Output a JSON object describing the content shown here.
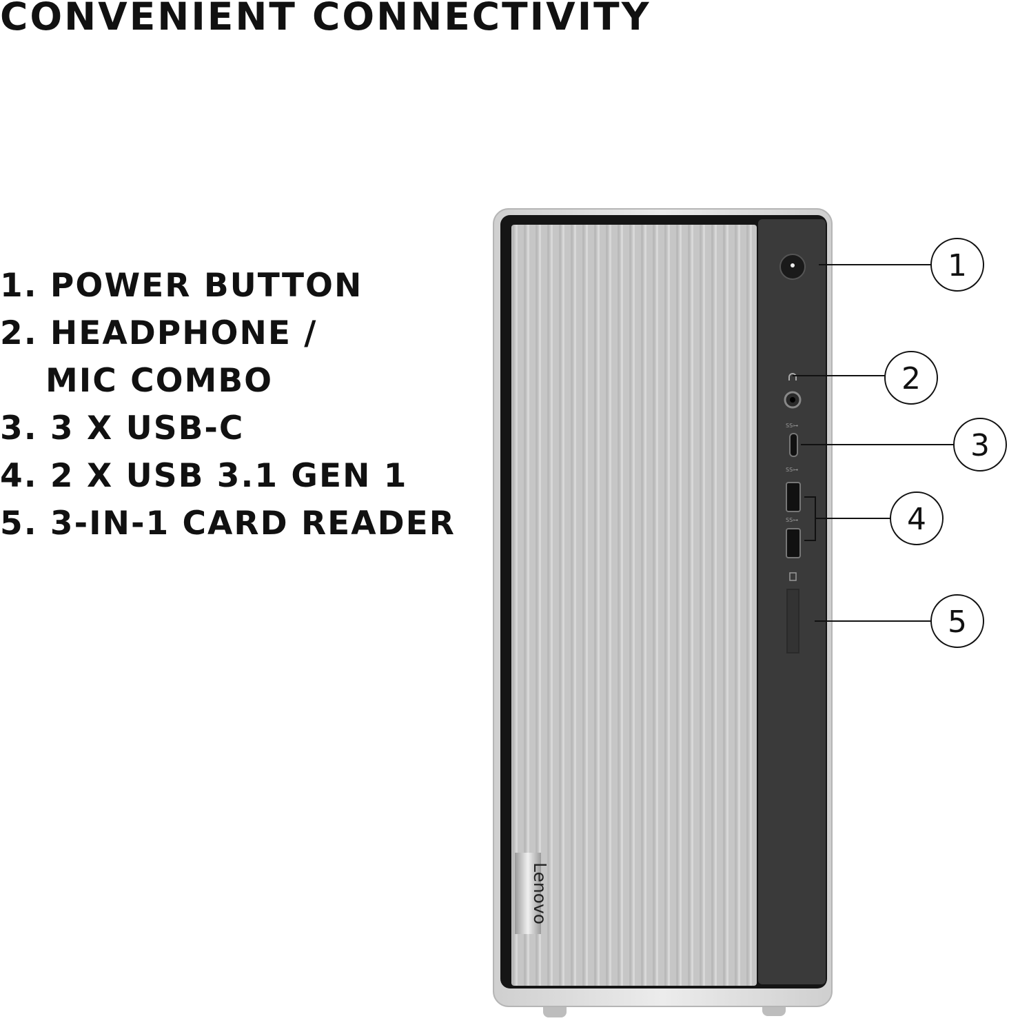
{
  "title": "CONVENIENT CONNECTIVITY",
  "features": [
    {
      "line1": "1. POWER BUTTON"
    },
    {
      "line1": "2. HEADPHONE /",
      "line2": "MIC COMBO"
    },
    {
      "line1": "3. 3 X USB-C"
    },
    {
      "line1": "4. 2 X USB 3.1 GEN 1"
    },
    {
      "line1": "5. 3-IN-1 CARD READER"
    }
  ],
  "callouts": [
    "1",
    "2",
    "3",
    "4",
    "5"
  ],
  "brand": "Lenovo",
  "colors": {
    "frame": "#d9d9d9",
    "panel": "#c4c4c4",
    "strip": "#3a3a3a",
    "bezel": "#151515"
  }
}
